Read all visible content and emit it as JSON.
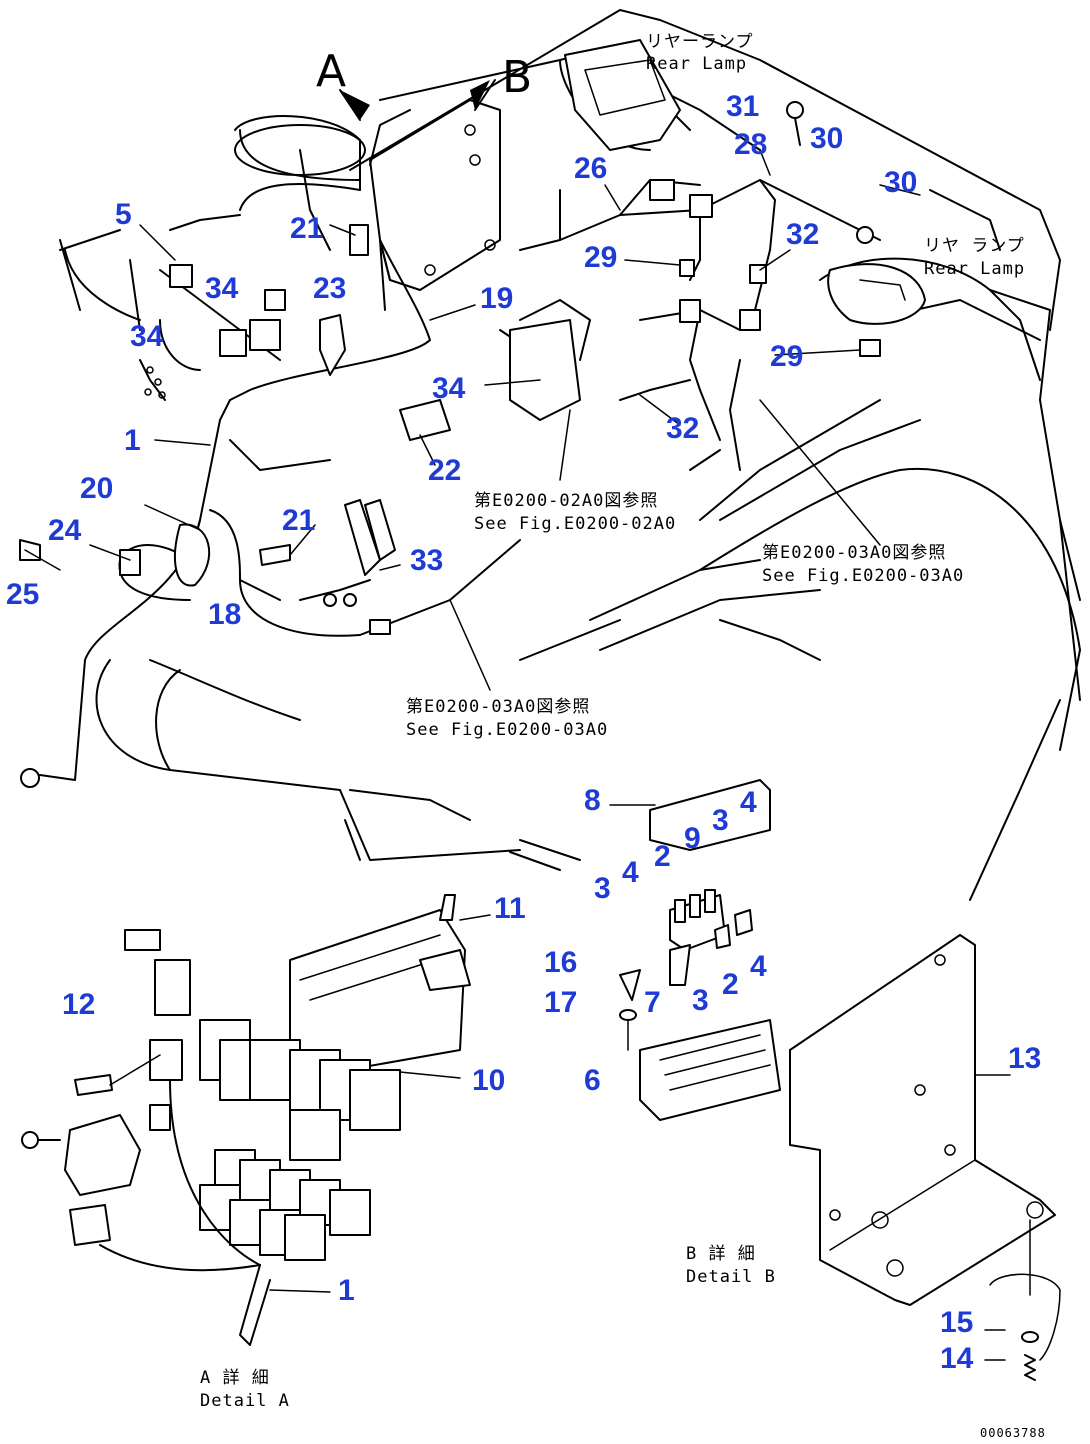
{
  "view_labels": {
    "a": "A",
    "b": "B"
  },
  "callouts": [
    {
      "id": "c31",
      "text": "31"
    },
    {
      "id": "c28",
      "text": "28"
    },
    {
      "id": "c30a",
      "text": "30"
    },
    {
      "id": "c30b",
      "text": "30"
    },
    {
      "id": "c26",
      "text": "26"
    },
    {
      "id": "c32a",
      "text": "32"
    },
    {
      "id": "c5",
      "text": "5"
    },
    {
      "id": "c21a",
      "text": "21"
    },
    {
      "id": "c29a",
      "text": "29"
    },
    {
      "id": "c34a",
      "text": "34"
    },
    {
      "id": "c23",
      "text": "23"
    },
    {
      "id": "c19",
      "text": "19"
    },
    {
      "id": "c34b",
      "text": "34"
    },
    {
      "id": "c29b",
      "text": "29"
    },
    {
      "id": "c34c",
      "text": "34"
    },
    {
      "id": "c32b",
      "text": "32"
    },
    {
      "id": "c1a",
      "text": "1"
    },
    {
      "id": "c22",
      "text": "22"
    },
    {
      "id": "c20",
      "text": "20"
    },
    {
      "id": "c21b",
      "text": "21"
    },
    {
      "id": "c24",
      "text": "24"
    },
    {
      "id": "c33",
      "text": "33"
    },
    {
      "id": "c25",
      "text": "25"
    },
    {
      "id": "c18",
      "text": "18"
    },
    {
      "id": "c8",
      "text": "8"
    },
    {
      "id": "c4a",
      "text": "4"
    },
    {
      "id": "c3a",
      "text": "3"
    },
    {
      "id": "c2a",
      "text": "2"
    },
    {
      "id": "c9",
      "text": "9"
    },
    {
      "id": "c4b",
      "text": "4"
    },
    {
      "id": "c3b",
      "text": "3"
    },
    {
      "id": "c11",
      "text": "11"
    },
    {
      "id": "c16",
      "text": "16"
    },
    {
      "id": "c4c",
      "text": "4"
    },
    {
      "id": "c2b",
      "text": "2"
    },
    {
      "id": "c7",
      "text": "7"
    },
    {
      "id": "c3c",
      "text": "3"
    },
    {
      "id": "c17",
      "text": "17"
    },
    {
      "id": "c12",
      "text": "12"
    },
    {
      "id": "c13",
      "text": "13"
    },
    {
      "id": "c6",
      "text": "6"
    },
    {
      "id": "c10",
      "text": "10"
    },
    {
      "id": "c1b",
      "text": "1"
    },
    {
      "id": "c15",
      "text": "15"
    },
    {
      "id": "c14",
      "text": "14"
    }
  ],
  "notes": {
    "rear_lamp_top_jp": "リヤーランプ",
    "rear_lamp_top_en": "Rear Lamp",
    "rear_lamp_right_jp": "リヤ ランプ",
    "rear_lamp_right_en": "Rear Lamp",
    "ref1_jp": "第E0200-02A0図参照",
    "ref1_en": "See Fig.E0200-02A0",
    "ref2_jp": "第E0200-03A0図参照",
    "ref2_en": "See Fig.E0200-03A0",
    "ref3_jp": "第E0200-03A0図参照",
    "ref3_en": "See Fig.E0200-03A0",
    "detail_b_jp": "B 詳 細",
    "detail_b_en": "Detail B",
    "detail_a_jp": "A 詳 細",
    "detail_a_en": "Detail A"
  },
  "drawing_code": "00063788"
}
